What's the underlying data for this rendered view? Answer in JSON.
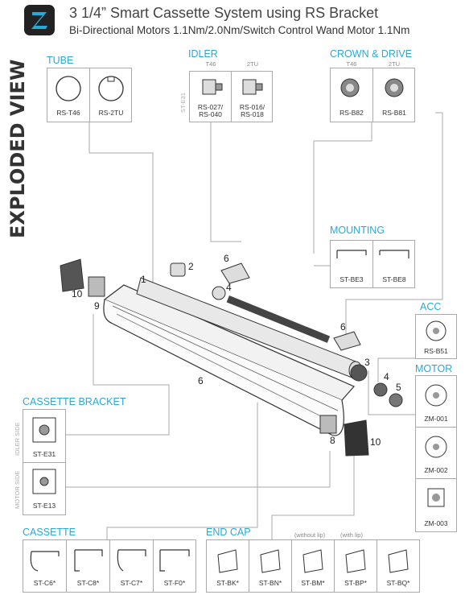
{
  "header": {
    "title": "3 1/4” Smart Cassette System using RS Bracket",
    "subtitle": "Bi-Directional Motors 1.1Nm/2.0Nm/Switch Control Wand Motor 1.1Nm",
    "side_label": "EXPLODED VIEW",
    "logo_icon": "z-logo-icon"
  },
  "colors": {
    "accent": "#29a9d6",
    "line": "#aaaaaa",
    "dark": "#333333"
  },
  "tube": {
    "title": "TUBE",
    "items": [
      "RS-T46",
      "RS-2TU"
    ]
  },
  "idler": {
    "title": "IDLER",
    "variants": [
      "T46",
      "2TU"
    ],
    "side_code": "ST-E31",
    "items": [
      [
        "RS-027/",
        "RS-040"
      ],
      [
        "RS-016/",
        "RS-018"
      ]
    ]
  },
  "crown": {
    "title": "CROWN & DRIVE",
    "variants": [
      "T46",
      "2TU"
    ],
    "items": [
      "RS-B82",
      "RS-B81"
    ]
  },
  "mounting": {
    "title": "MOUNTING",
    "items": [
      "ST-BE3",
      "ST-BE8"
    ]
  },
  "acc": {
    "title": "ACC",
    "items": [
      "RS-B51"
    ]
  },
  "motor": {
    "title": "MOTOR",
    "items": [
      "ZM-001",
      "ZM-002",
      "ZM-003"
    ]
  },
  "cassette_bracket": {
    "title": "CASSETTE BRACKET",
    "items": [
      "ST-E31",
      "ST-E13"
    ],
    "side_labels": [
      "IDLER SIDE",
      "MOTOR SIDE"
    ]
  },
  "cassette": {
    "title": "CASSETTE",
    "items": [
      "ST-C6*",
      "ST-C8*",
      "ST-C7*",
      "ST-F0*"
    ]
  },
  "end_cap": {
    "title": "END CAP",
    "items": [
      "ST-BK*",
      "ST-BN*",
      "ST-BM*",
      "ST-BP*",
      "ST-BQ*"
    ],
    "notes": [
      "(without lip)",
      "(with lip)"
    ]
  },
  "callouts": [
    "1",
    "2",
    "4",
    "6",
    "10",
    "9",
    "6",
    "6",
    "3",
    "4",
    "5",
    "8",
    "10"
  ]
}
